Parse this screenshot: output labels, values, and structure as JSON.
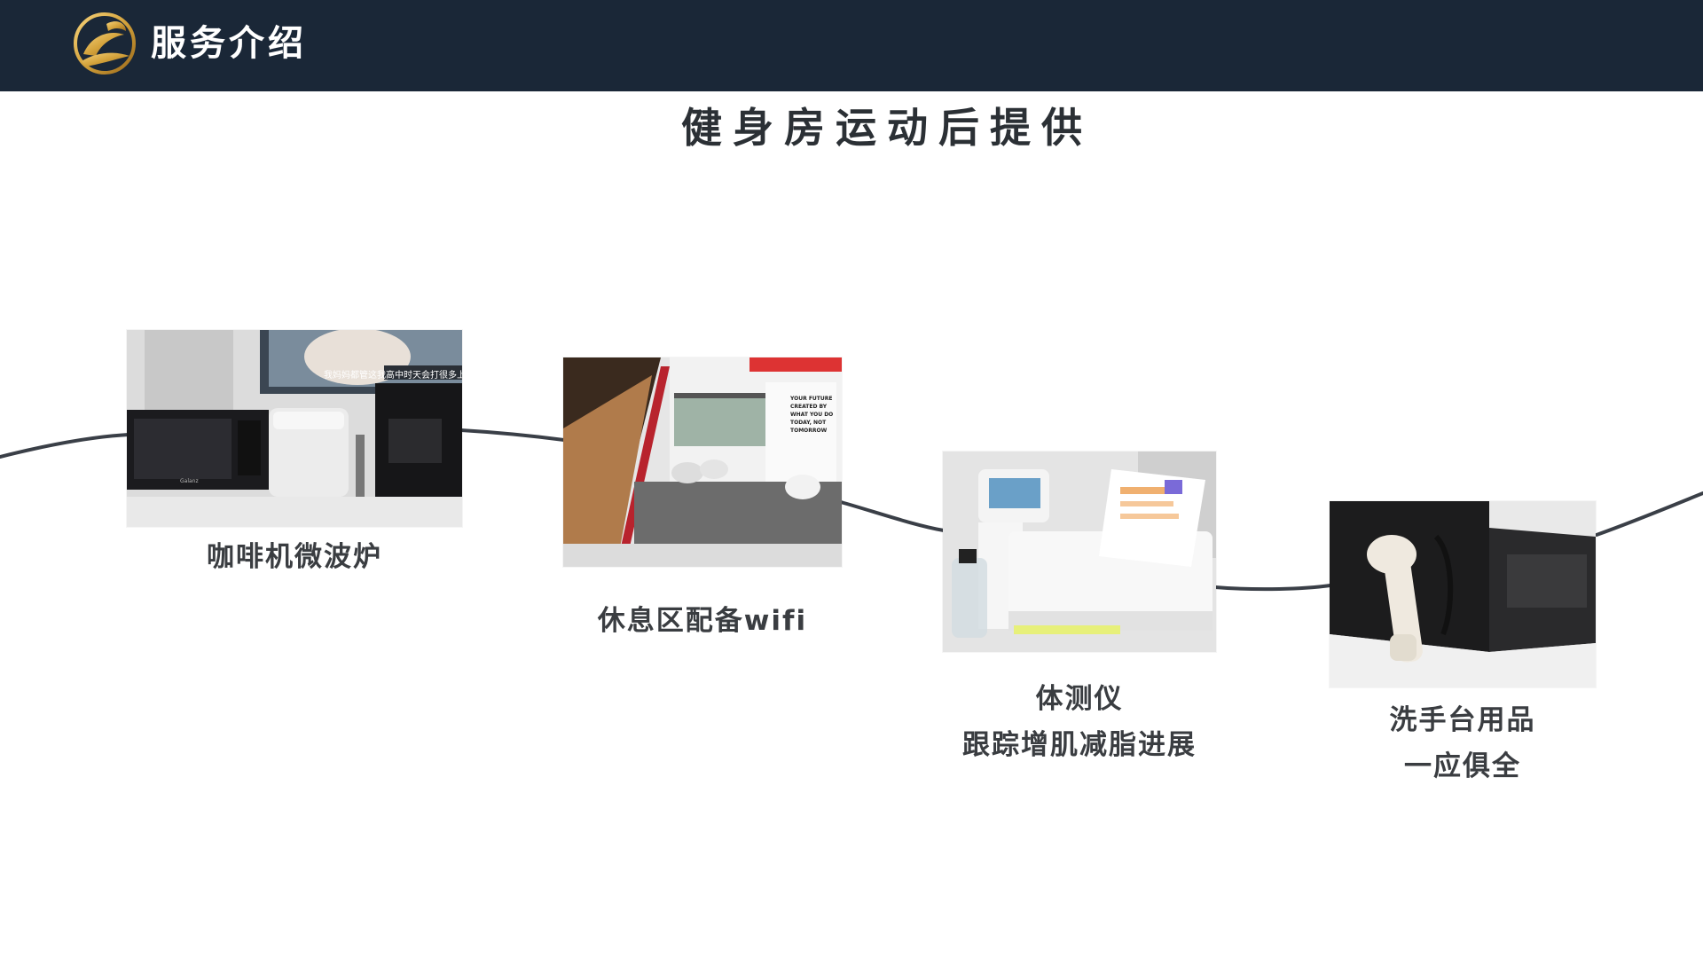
{
  "header": {
    "title": "服务介绍",
    "background": "#1a2737",
    "logo_icon": "golden-swan-logo-icon"
  },
  "page": {
    "title": "健身房运动后提供"
  },
  "items": [
    {
      "caption_lines": [
        "咖啡机微波炉"
      ],
      "photo_text": "我妈妈都管这我高中时天会打很多上",
      "photo_brand": "Galanz"
    },
    {
      "caption_lines": [
        "休息区配备wifi"
      ],
      "wall_slogan_lines": [
        "YOUR FUTURE",
        "CREATED BY",
        "WHAT YOU DO",
        "TODAY, NOT",
        "TOMORROW"
      ]
    },
    {
      "caption_lines": [
        "体测仪",
        "跟踪增肌减脂进展"
      ]
    },
    {
      "caption_lines": [
        "洗手台用品",
        "一应俱全"
      ]
    }
  ],
  "colors": {
    "accent_gold": "#d3a23b",
    "wave_line": "#3a3f47",
    "caption_text": "#3a3d41"
  }
}
